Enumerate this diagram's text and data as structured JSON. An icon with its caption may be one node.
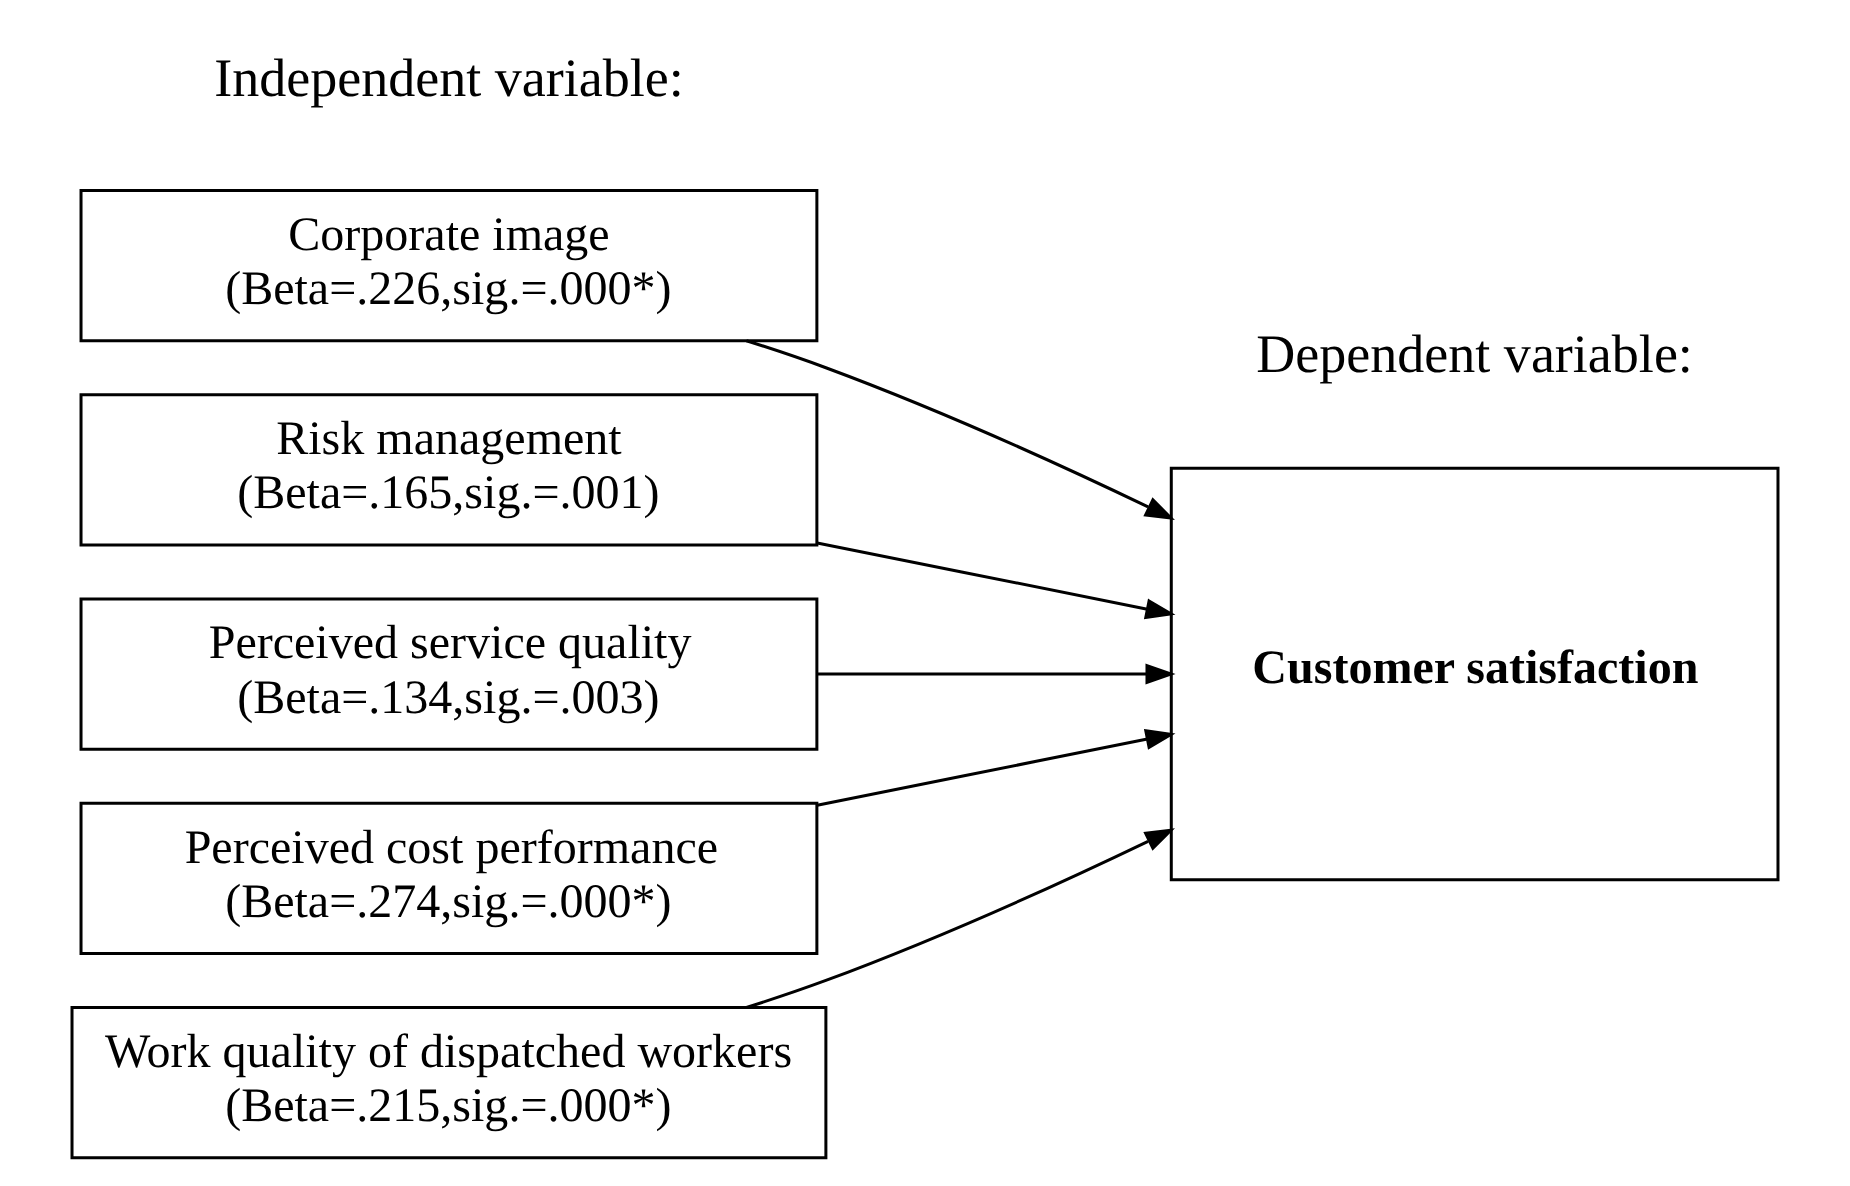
{
  "diagram": {
    "nodes": [
      {
        "text": [
          "Corporate image",
          "(Beta=.226,sig.=.000*)"
        ]
      },
      {
        "text": [
          "Risk management",
          "(Beta=.165,sig.=.001)"
        ]
      },
      {
        "text": [
          "Perceived service quality",
          "(Beta=.134,sig.=.003)"
        ]
      },
      {
        "text": [
          "Perceived cost performance",
          "(Beta=.274,sig.=.000*)"
        ]
      },
      {
        "text": [
          "Work quality of dispatched workers",
          "(Beta=.215,sig.=.000*)"
        ]
      },
      {
        "text": [
          "Customer satisfaction"
        ]
      }
    ],
    "edges": [
      {
        "from": 0,
        "to": 5,
        "arrow": "to"
      },
      {
        "from": 1,
        "to": 5,
        "arrow": "to"
      },
      {
        "from": 2,
        "to": 5,
        "arrow": "to"
      },
      {
        "from": 3,
        "to": 5,
        "arrow": "to"
      },
      {
        "from": 4,
        "to": 5,
        "arrow": "to"
      }
    ],
    "labels": [
      "Independent variable:",
      "Dependent variable:"
    ]
  }
}
